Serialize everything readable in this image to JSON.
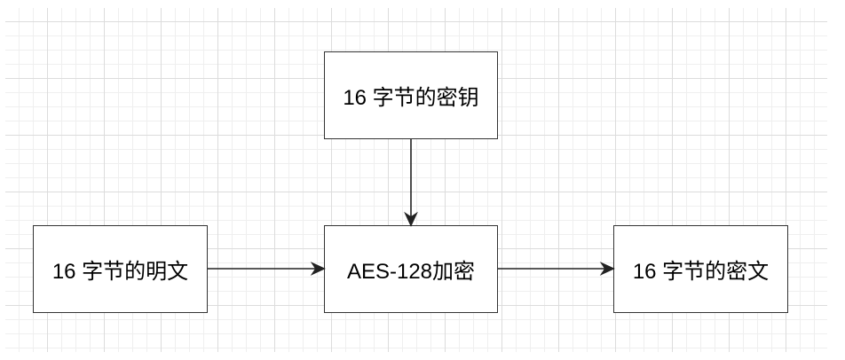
{
  "diagram": {
    "nodes": {
      "key": {
        "label": "16 字节的密钥"
      },
      "plaintext": {
        "label": "16 字节的明文"
      },
      "cipher": {
        "label": "AES-128加密"
      },
      "ciphertext": {
        "label": "16 字节的密文"
      }
    },
    "edges": [
      {
        "from": "key",
        "to": "cipher"
      },
      {
        "from": "plaintext",
        "to": "cipher"
      },
      {
        "from": "cipher",
        "to": "ciphertext"
      }
    ],
    "colors": {
      "stroke": "#333333",
      "grid_major": "#dcdcdc",
      "grid_minor": "#efefef"
    }
  }
}
